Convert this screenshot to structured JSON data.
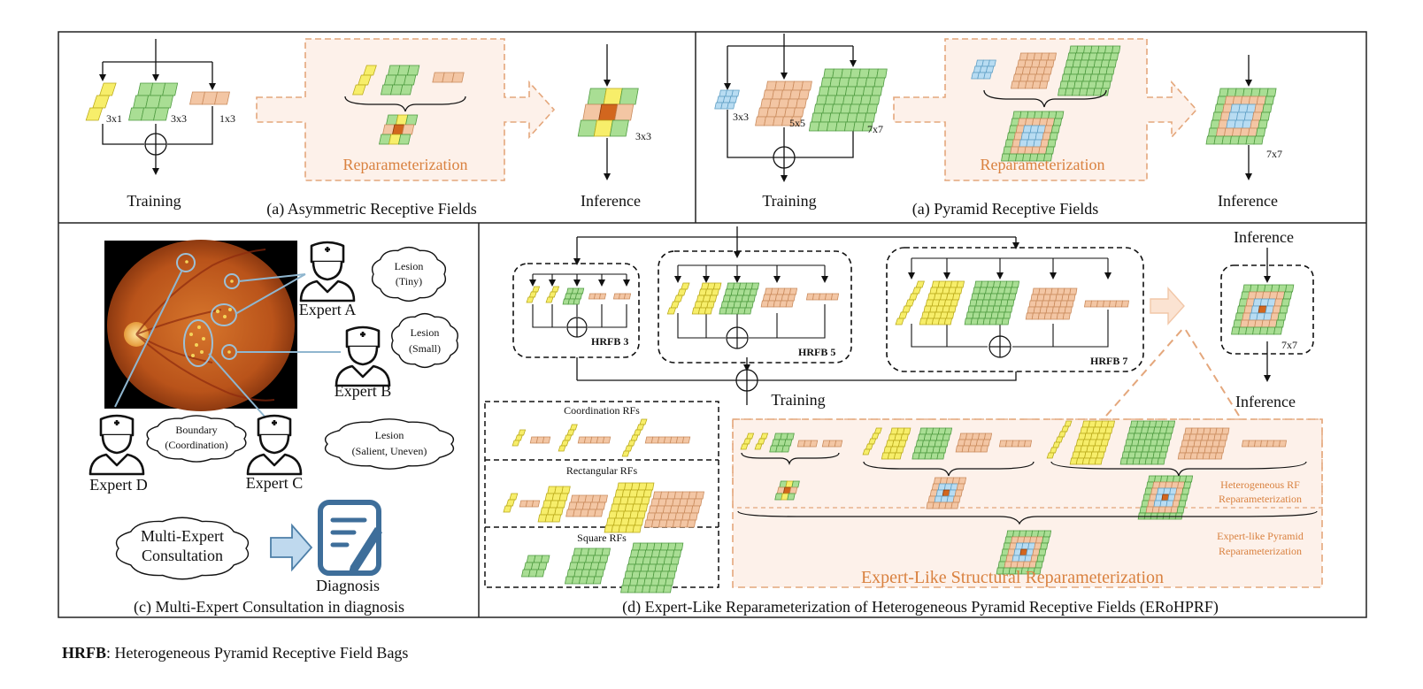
{
  "panel_a": {
    "training": "Training",
    "inference": "Inference",
    "reparam": "Reparameterization",
    "caption": "(a) Asymmetric Receptive Fields",
    "k1": "3x1",
    "k2": "3x3",
    "k3": "1x3",
    "kout": "3x3"
  },
  "panel_b": {
    "training": "Training",
    "inference": "Inference",
    "reparam": "Reparameterization",
    "caption": "(a) Pyramid Receptive Fields",
    "k1": "3x3",
    "k2": "5x5",
    "k3": "7x7",
    "kout": "7x7"
  },
  "panel_c": {
    "caption": "(c) Multi-Expert Consultation in diagnosis",
    "expert_a": "Expert A",
    "expert_b": "Expert B",
    "expert_c": "Expert C",
    "expert_d": "Expert D",
    "cloud_a": [
      "Lesion",
      "(Tiny)"
    ],
    "cloud_b": [
      "Lesion",
      "(Small)"
    ],
    "cloud_c": [
      "Lesion",
      "(Salient, Uneven)"
    ],
    "cloud_d": [
      "Boundary",
      "(Coordination)"
    ],
    "consult": [
      "Multi-Expert",
      "Consultation"
    ],
    "diagnosis": "Diagnosis"
  },
  "panel_d": {
    "caption": "(d) Expert-Like Reparameterization of Heterogeneous Pyramid Receptive Fields (ERoHPRF)",
    "hrfb3": "HRFB 3",
    "hrfb5": "HRFB 5",
    "hrfb7": "HRFB 7",
    "training": "Training",
    "inference_top": "Inference",
    "inference_bottom": "Inference",
    "kout": "7x7",
    "coord": "Coordination RFs",
    "rect": "Rectangular RFs",
    "square": "Square RFs",
    "hetero": [
      "Heterogeneous RF",
      "Reparameterization"
    ],
    "expert_pyr": [
      "Expert-like Pyramid",
      "Reparameterization"
    ],
    "structural": "Expert-Like Structural Reparameterization"
  },
  "footnote": {
    "abbr": "HRFB",
    "text": ": Heterogeneous Pyramid Receptive Field Bags"
  },
  "colors": {
    "yellow": "#F7EE6A",
    "green": "#A9DE94",
    "peach": "#F3C6A4",
    "blue": "#B8DCF2",
    "dark_orange": "#D2661E",
    "orange_text": "#D9813F",
    "reparam_bg": "#FDF1EA",
    "line_blue": "#8FB6CF"
  }
}
